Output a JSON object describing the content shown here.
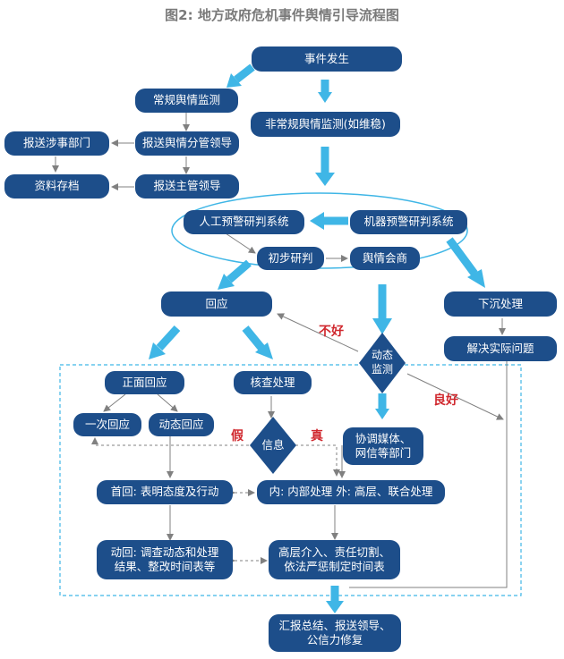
{
  "title": "图2: 地方政府危机事件舆情引导流程图",
  "colors": {
    "node_fill": "#1d4e8a",
    "arrow": "#3fb6e6",
    "line": "#808080",
    "edge_label": "#d0282e"
  },
  "nodes": {
    "event": "事件发生",
    "routine_monitor": "常规舆情监测",
    "abnormal_monitor": "非常规舆情监测(如维稳)",
    "report_dept": "报送涉事部门",
    "report_sub_leader": "报送舆情分管领导",
    "archive": "资料存档",
    "report_main_leader": "报送主管领导",
    "manual_warning": "人工预警研判系统",
    "machine_warning": "机器预警研判系统",
    "initial_judge": "初步研判",
    "consultation": "舆情会商",
    "respond": "回应",
    "sink_handling": "下沉处理",
    "dynamic_monitor": "动态\n监测",
    "solve_problem": "解决实际问题",
    "positive_respond": "正面回应",
    "verify_handle": "核查处理",
    "single_respond": "一次回应",
    "dynamic_respond": "动态回应",
    "information": "信息",
    "coordinate_media": "协调媒体、\n网信等部门",
    "first_respond": "首回: 表明态度及行动",
    "internal_external": "内: 内部处理    外: 高层、联合处理",
    "dynamic_followup": "动回: 调查动态和处理\n结果、整改时间表等",
    "senior_intervene": "高层介入、责任切割、\n依法严惩制定时间表",
    "summary": "汇报总结、报送领导、\n公信力修复"
  },
  "edge_labels": {
    "bad": "不好",
    "good": "良好",
    "false": "假",
    "true": "真"
  }
}
